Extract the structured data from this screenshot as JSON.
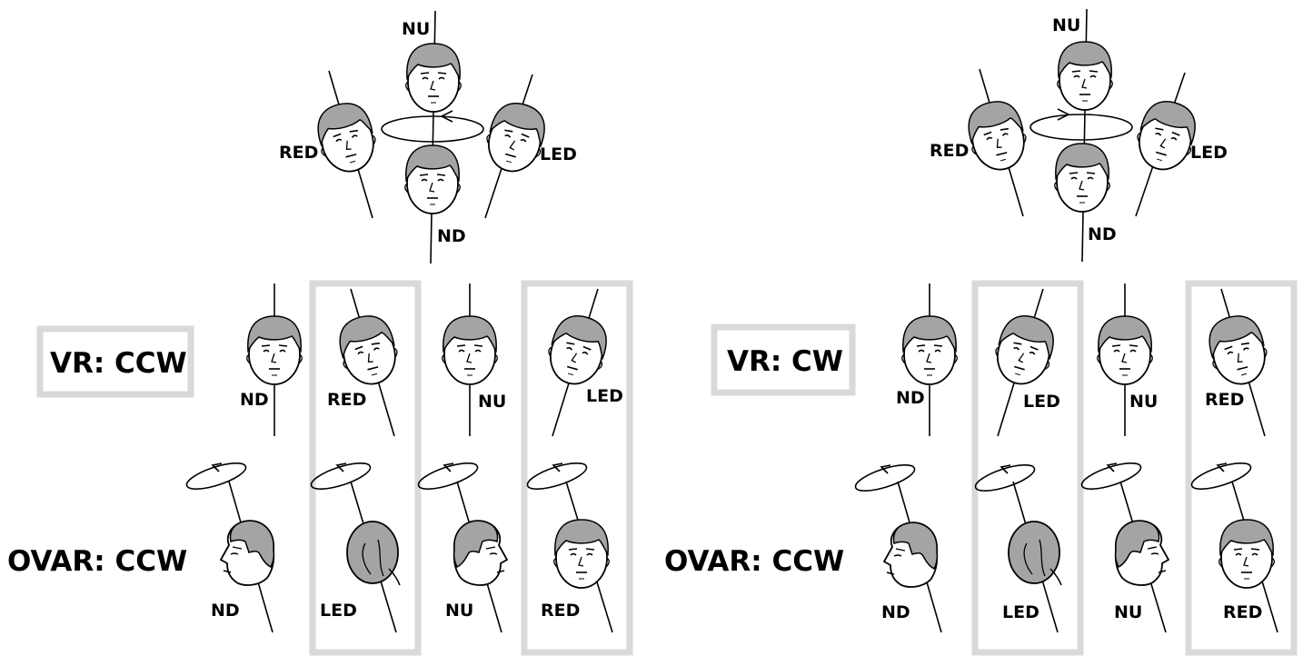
{
  "panels": [
    {
      "id": "left",
      "top_labels": {
        "nu": "NU",
        "red": "RED",
        "led": "LED",
        "nd": "ND"
      },
      "vr_label": "VR: CCW",
      "vr_labels": [
        "ND",
        "RED",
        "NU",
        "LED"
      ],
      "ovar_label": "OVAR: CCW",
      "ovar_labels": [
        "ND",
        "LED",
        "NU",
        "RED"
      ]
    },
    {
      "id": "right",
      "top_labels": {
        "nu": "NU",
        "red": "RED",
        "led": "LED",
        "nd": "ND"
      },
      "vr_label": "VR: CW",
      "vr_labels": [
        "ND",
        "LED",
        "NU",
        "RED"
      ],
      "ovar_label": "OVAR: CCW",
      "ovar_labels": [
        "ND",
        "LED",
        "NU",
        "RED"
      ]
    }
  ],
  "colors": {
    "hair": "#a4a4a4",
    "frame": "#d9d9d9",
    "ink": "#000000"
  }
}
